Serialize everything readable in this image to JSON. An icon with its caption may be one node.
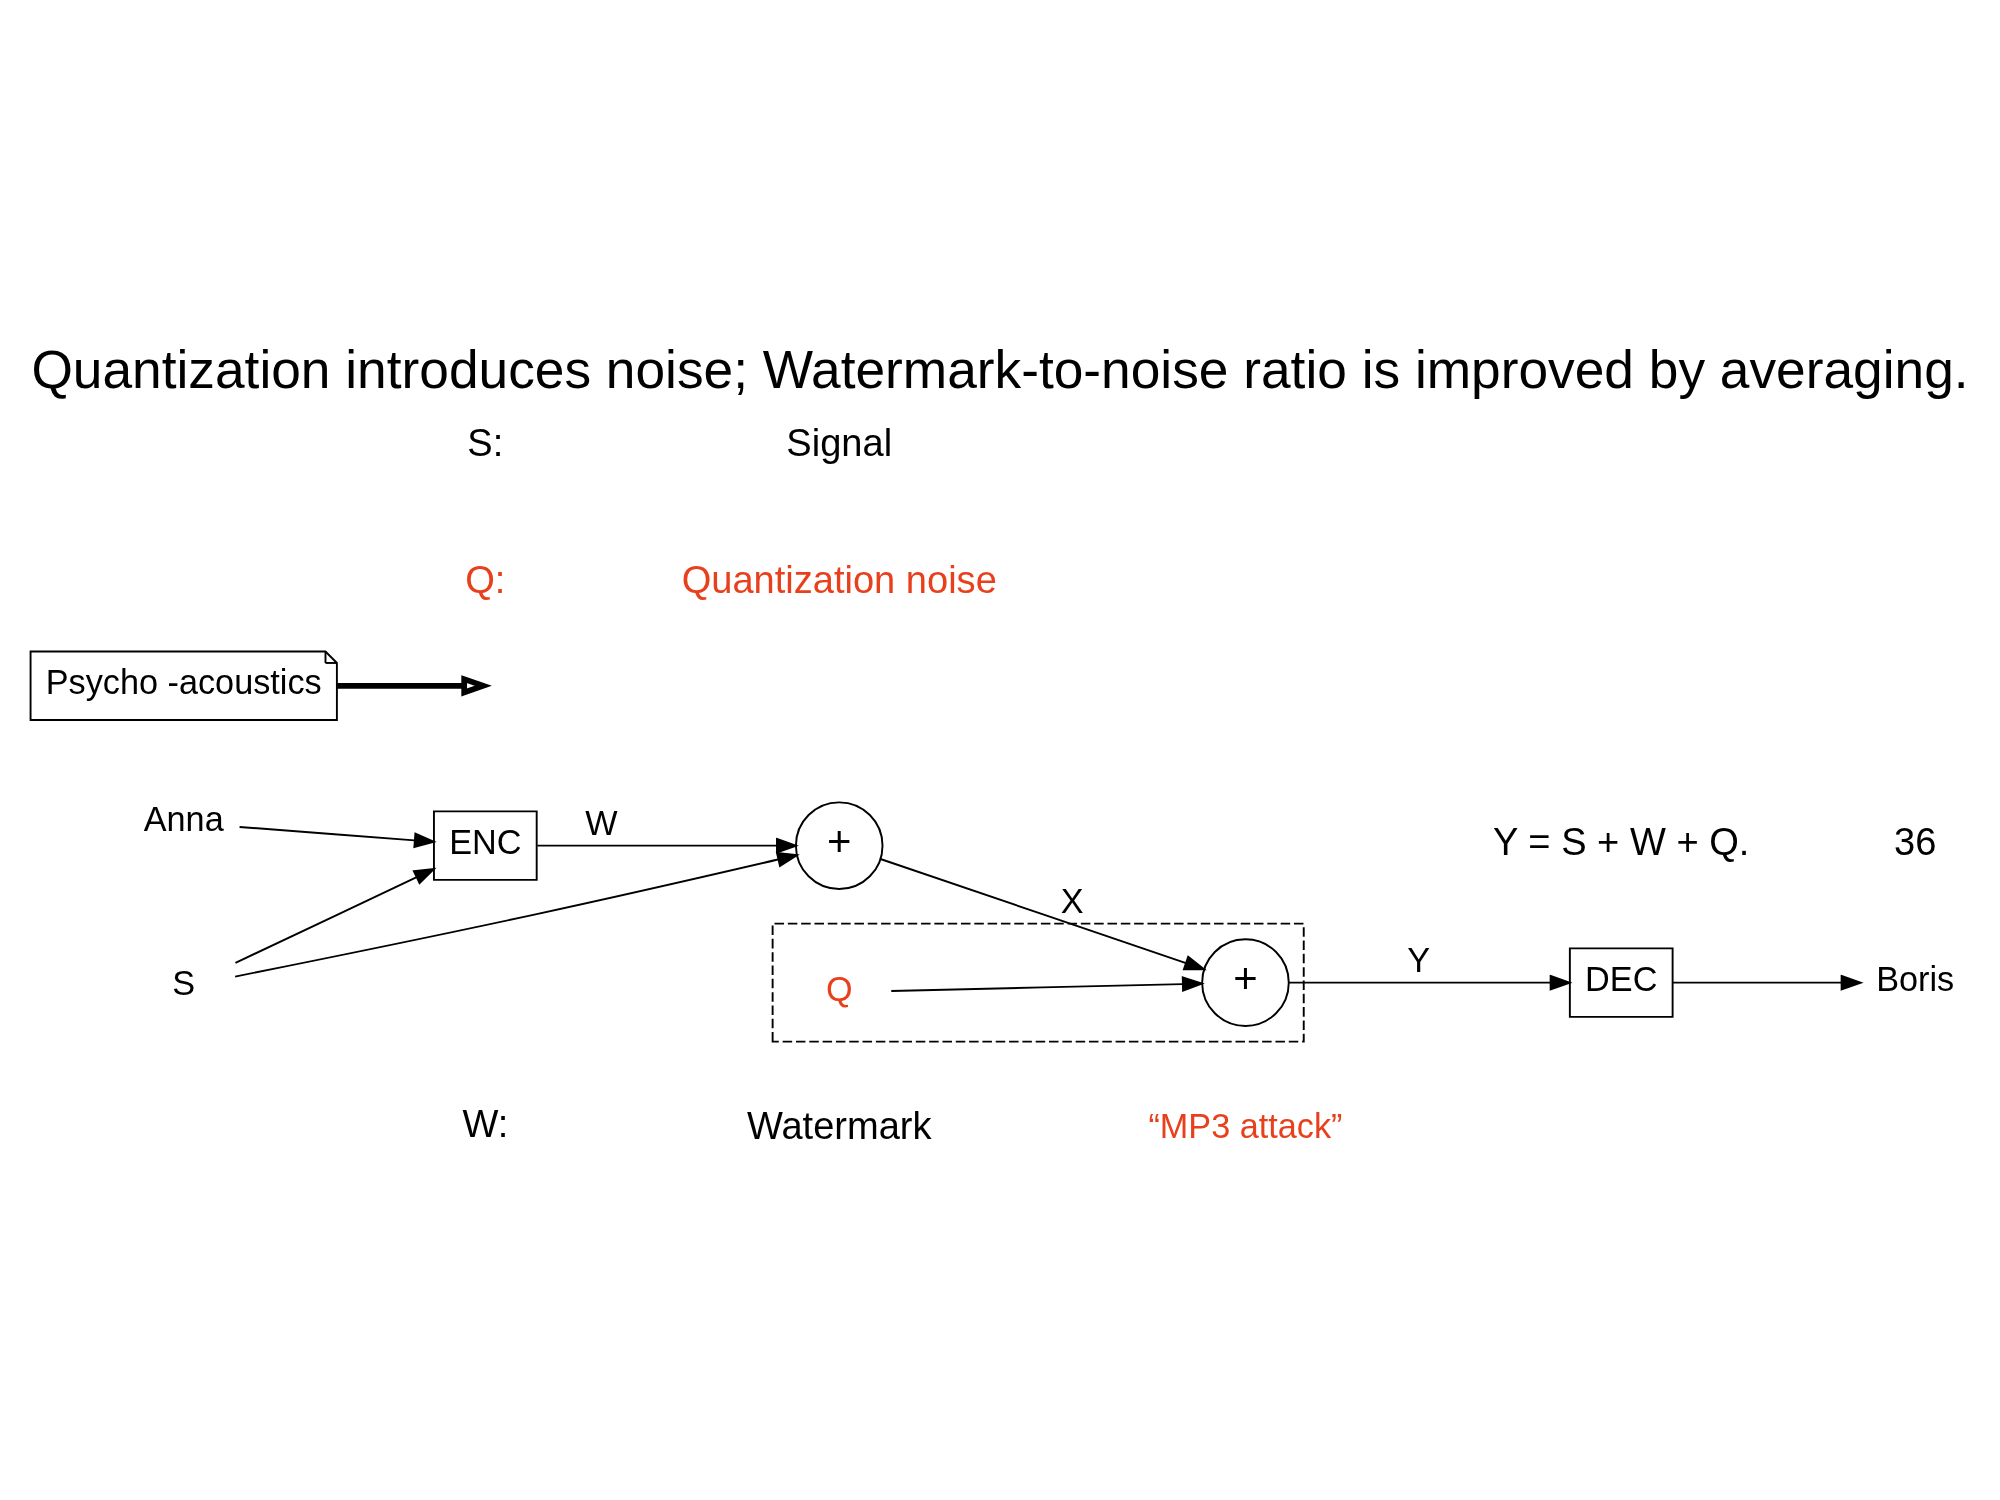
{
  "diagram": {
    "title": "Quantization introduces noise; Watermark-to-noise ratio is improved by averaging.",
    "nodes": [
      {
        "text": [
          "Anna"
        ]
      },
      {
        "text": [
          "ENC"
        ]
      },
      {
        "text": [
          "S"
        ]
      },
      {
        "text": [
          "+"
        ]
      },
      {
        "text": [],
        "shape": "box",
        "beside": [
          "“MP3 attack”"
        ]
      },
      {
        "text": [
          "Q"
        ],
        "in": 4
      },
      {
        "text": [
          "+"
        ],
        "in": 4
      },
      {
        "text": [
          "DEC"
        ]
      },
      {
        "text": [
          "Boris"
        ]
      },
      {
        "text": [
          "Psycho -acoustics"
        ]
      }
    ],
    "edges": [
      {
        "from": 0,
        "to": 1,
        "arrow": "to"
      },
      {
        "from": 2,
        "to": 1,
        "arrow": "to"
      },
      {
        "from": 2,
        "to": 3,
        "arrow": "to"
      },
      {
        "from": 1,
        "to": 3,
        "arrow": "to",
        "label": "W"
      },
      {
        "from": 3,
        "to": 6,
        "arrow": "to",
        "label": "X"
      },
      {
        "from": 5,
        "to": 6,
        "arrow": "to"
      },
      {
        "from": 6,
        "to": 7,
        "arrow": "to",
        "label": "Y"
      },
      {
        "from": 7,
        "to": 8,
        "arrow": "to"
      },
      {
        "from": 9,
        "to": null,
        "arrow": "to",
        "style": "thick"
      }
    ],
    "labels": [
      "W:",
      "Watermark",
      "S:",
      "Signal",
      "Q:",
      "Quantization noise",
      "Y = S + W + Q.",
      "36"
    ]
  }
}
